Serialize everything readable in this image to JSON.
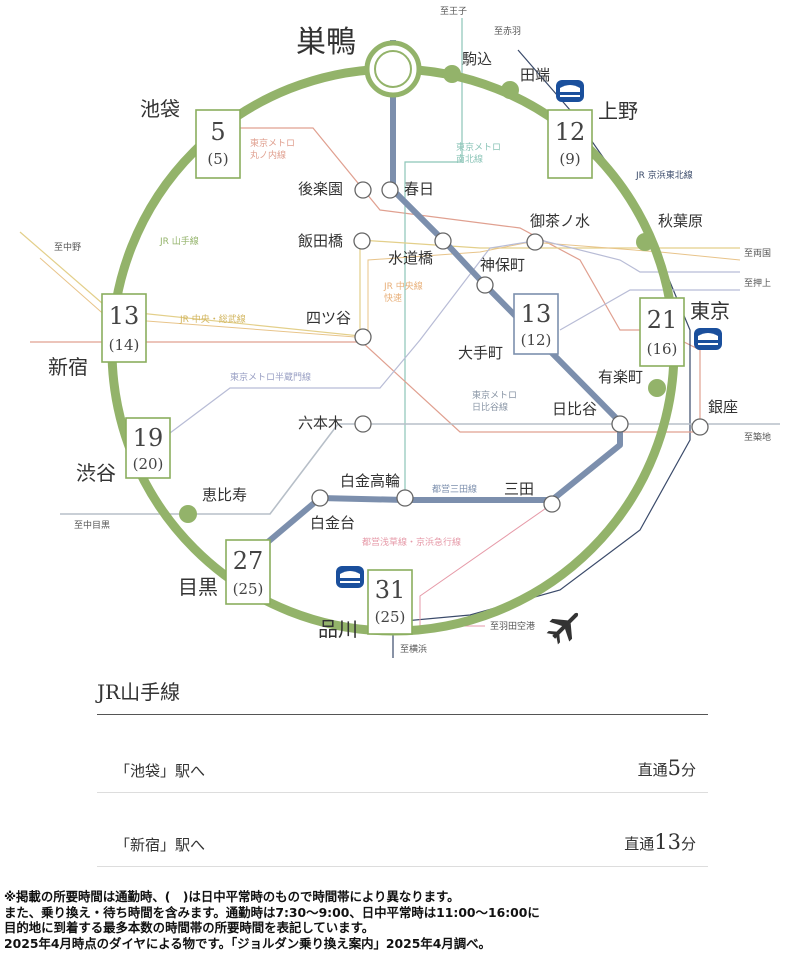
{
  "map": {
    "hub": "巣鴨",
    "stations": {
      "komagome": "駒込",
      "tabata": "田端",
      "ueno": "上野",
      "akihabara": "秋葉原",
      "tokyo": "東京",
      "yurakucho": "有楽町",
      "ginza": "銀座",
      "ikebukuro": "池袋",
      "shinjuku": "新宿",
      "shibuya": "渋谷",
      "ebisu": "恵比寿",
      "meguro": "目黒",
      "shinagawa": "品川",
      "korakuen": "後楽園",
      "kasuga": "春日",
      "iidabashi": "飯田橋",
      "suidobashi": "水道橋",
      "ochanomizu": "御茶ノ水",
      "jimbocho": "神保町",
      "yotsuya": "四ツ谷",
      "otemachi": "大手町",
      "hibiya": "日比谷",
      "roppongi": "六本木",
      "shirokanetakanawa": "白金高輪",
      "shirokanedai": "白金台",
      "mita": "三田"
    },
    "times": {
      "ikebukuro": {
        "commute": "5",
        "daytime": "(5)"
      },
      "ueno": {
        "commute": "12",
        "daytime": "(9)"
      },
      "shinjuku": {
        "commute": "13",
        "daytime": "(14)"
      },
      "otemachi": {
        "commute": "13",
        "daytime": "(12)"
      },
      "tokyo": {
        "commute": "21",
        "daytime": "(16)"
      },
      "shibuya": {
        "commute": "19",
        "daytime": "(20)"
      },
      "meguro": {
        "commute": "27",
        "daytime": "(25)"
      },
      "shinagawa": {
        "commute": "31",
        "daytime": "(25)"
      }
    },
    "lines": {
      "marunouchi_1": "東京メトロ",
      "marunouchi_2": "丸ノ内線",
      "namboku_1": "東京メトロ",
      "namboku_2": "南北線",
      "yamanote": "JR 山手線",
      "keihin": "JR 京浜東北線",
      "chuo_sobu": "JR 中央・総武線",
      "chuo_rapid_1": "JR 中央線",
      "chuo_rapid_2": "快速",
      "hanzomon": "東京メトロ半蔵門線",
      "hibiya_1": "東京メトロ",
      "hibiya_2": "日比谷線",
      "mita_line": "都営三田線",
      "asakusa": "都営浅草線・京浜急行線"
    },
    "directions": {
      "oji": "至王子",
      "akabane": "至赤羽",
      "nakano": "至中野",
      "ryogoku": "至両国",
      "oshiage": "至押上",
      "tsukiji": "至築地",
      "nakameguro": "至中目黒",
      "haneda": "至羽田空港",
      "yokohama": "至横浜"
    },
    "icons": [
      "shinkansen-icon",
      "airplane-icon"
    ],
    "colors": {
      "yamanote": "#93b36a",
      "mita": "#7c8fad",
      "keihin": "#3a4a6a",
      "marunouchi": "#e0a090",
      "chuo_sobu": "#e3cf8a",
      "hanzomon": "#b8bcd6",
      "hibiya": "#b7bfc8",
      "namboku": "#8cc5b8",
      "asakusa": "#e69aa8",
      "shinkansen": "#1a4f9c"
    }
  },
  "panel": {
    "title": "JR山手線",
    "rows": [
      {
        "dest": "「池袋」駅へ",
        "prefix": "直通",
        "minutes": "5",
        "unit": "分"
      },
      {
        "dest": "「新宿」駅へ",
        "prefix": "直通",
        "minutes": "13",
        "unit": "分"
      }
    ]
  },
  "notes": [
    "※掲載の所要時間は通勤時、(　)は日中平常時のもので時間帯により異なります。",
    "また、乗り換え・待ち時間を含みます。通勤時は7:30〜9:00、日中平常時は11:00〜16:00に",
    "目的地に到着する最多本数の時間帯の所要時間を表記しています。",
    "2025年4月時点のダイヤによる物です。「ジョルダン乗り換え案内」2025年4月調べ。"
  ]
}
